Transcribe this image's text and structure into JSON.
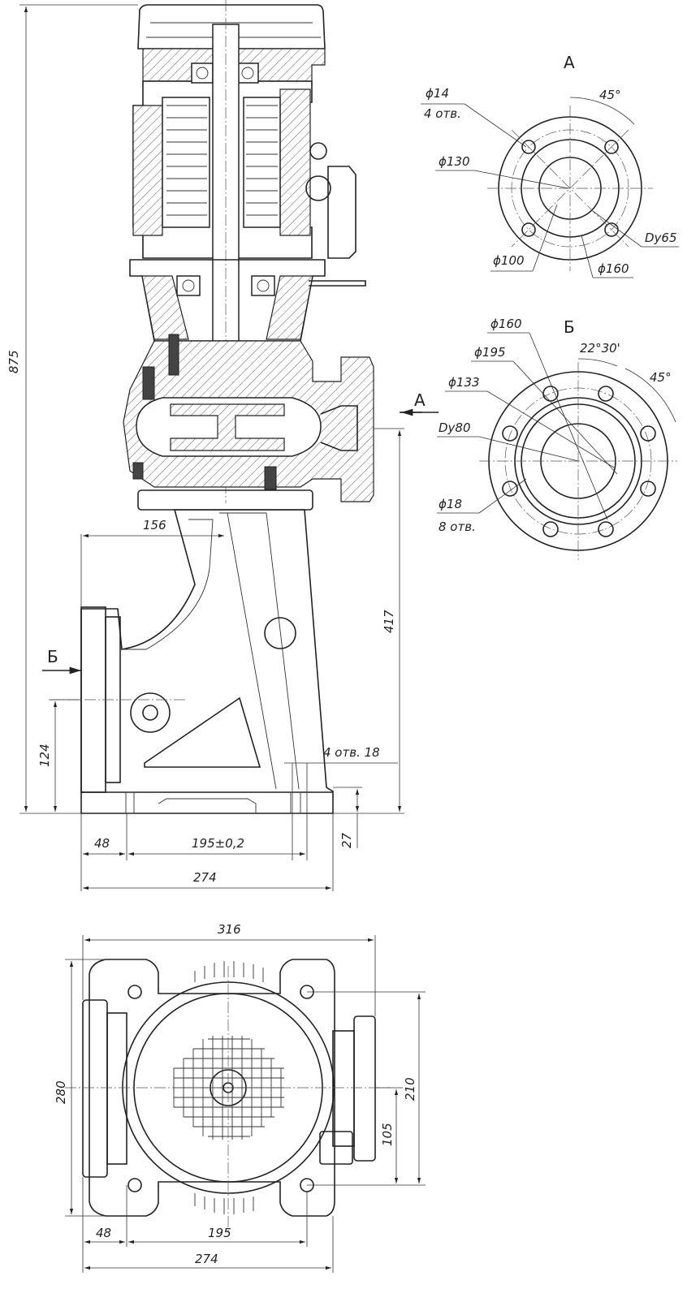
{
  "section_labels": {
    "view_a": "А",
    "view_b": "Б",
    "arrow_a": "А",
    "arrow_b": "Б"
  },
  "view_a": {
    "hole_dia": "ϕ14",
    "hole_count": "4 отв.",
    "bolt_circle": "ϕ130",
    "inner_dia": "ϕ100",
    "outer_dia": "ϕ160",
    "nominal": "Dy65",
    "angle": "45°"
  },
  "view_b": {
    "outer_dia": "ϕ160",
    "flange_dia": "ϕ195",
    "bolt_circle": "ϕ133",
    "nominal": "Dy80",
    "hole_dia": "ϕ18",
    "hole_count": "8 отв.",
    "angle_1": "22°30'",
    "angle_2": "45°"
  },
  "front_view": {
    "height_total": "875",
    "outlet_height": "417",
    "inlet_height": "124",
    "inlet_offset": "156",
    "base_holes": "4 отв. 18",
    "base_thickness": "27",
    "offset_48": "48",
    "hole_spacing": "195±0,2",
    "base_width": "274"
  },
  "top_view": {
    "width_total": "316",
    "depth_total": "280",
    "depth_210": "210",
    "depth_105": "105",
    "offset_48": "48",
    "spacing_195": "195",
    "width_274": "274"
  }
}
